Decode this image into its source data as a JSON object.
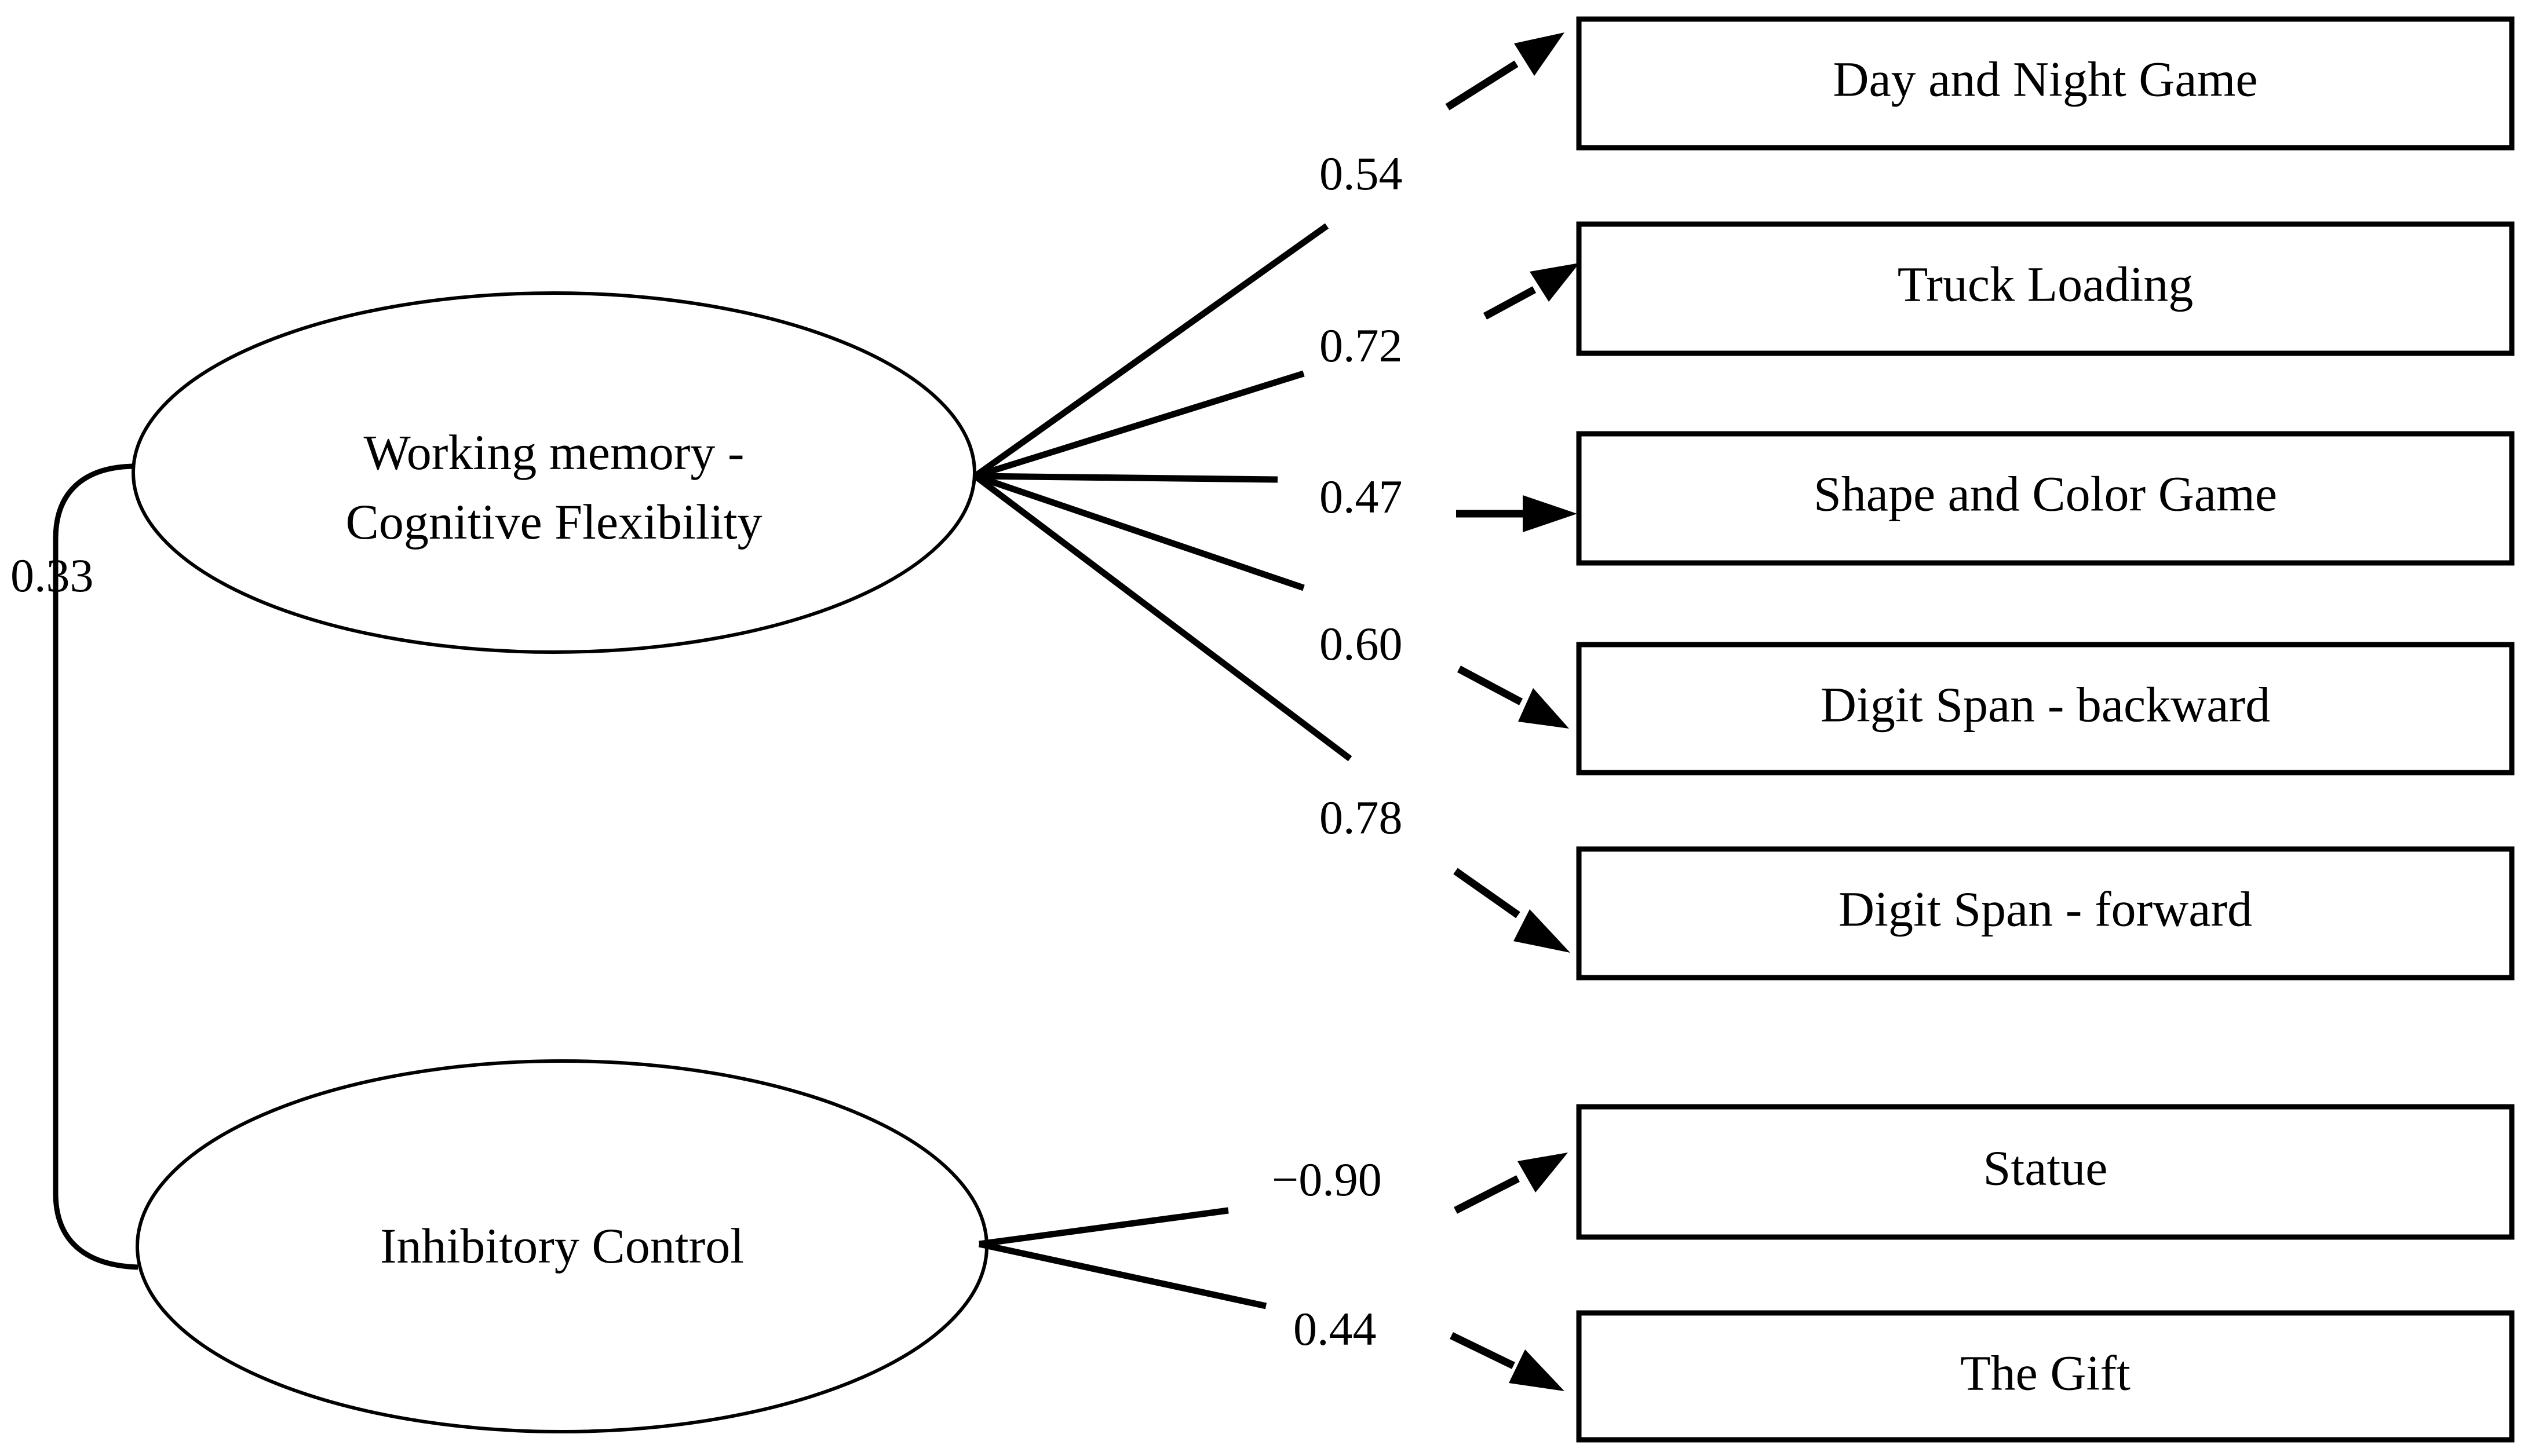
{
  "diagram": {
    "type": "structural-equation-model",
    "background_color": "#ffffff",
    "line_color": "#000000",
    "factors": [
      {
        "id": "wm-cf",
        "label_line1": "Working memory -",
        "label_line2": "Cognitive Flexibility",
        "shape": "ellipse"
      },
      {
        "id": "inhibitory-control",
        "label_line1": "Inhibitory Control",
        "label_line2": "",
        "shape": "ellipse"
      }
    ],
    "indicators": [
      {
        "id": "day-and-night-game",
        "label": "Day and Night Game",
        "loading": "0.54",
        "factor": "wm-cf"
      },
      {
        "id": "truck-loading",
        "label": "Truck Loading",
        "loading": "0.72",
        "factor": "wm-cf"
      },
      {
        "id": "shape-and-color-game",
        "label": "Shape and Color Game",
        "loading": "0.47",
        "factor": "wm-cf"
      },
      {
        "id": "digit-span-backward",
        "label": "Digit Span - backward",
        "loading": "0.60",
        "factor": "wm-cf"
      },
      {
        "id": "digit-span-forward",
        "label": "Digit Span - forward",
        "loading": "0.78",
        "factor": "wm-cf"
      },
      {
        "id": "statue",
        "label": "Statue",
        "loading": "−0.90",
        "factor": "inhibitory-control"
      },
      {
        "id": "the-gift",
        "label": "The Gift",
        "loading": "0.44",
        "factor": "inhibitory-control"
      }
    ],
    "correlation": {
      "label": "0.33",
      "between": [
        "wm-cf",
        "inhibitory-control"
      ]
    }
  },
  "chart_data": {
    "type": "diagram",
    "title": "",
    "nodes": [
      {
        "name": "Working memory - Cognitive Flexibility",
        "kind": "latent"
      },
      {
        "name": "Inhibitory Control",
        "kind": "latent"
      },
      {
        "name": "Day and Night Game",
        "kind": "observed"
      },
      {
        "name": "Truck Loading",
        "kind": "observed"
      },
      {
        "name": "Shape and Color Game",
        "kind": "observed"
      },
      {
        "name": "Digit Span - backward",
        "kind": "observed"
      },
      {
        "name": "Digit Span - forward",
        "kind": "observed"
      },
      {
        "name": "Statue",
        "kind": "observed"
      },
      {
        "name": "The Gift",
        "kind": "observed"
      }
    ],
    "edges": [
      {
        "from": "Working memory - Cognitive Flexibility",
        "to": "Day and Night Game",
        "value": 0.54,
        "label": "0.54"
      },
      {
        "from": "Working memory - Cognitive Flexibility",
        "to": "Truck Loading",
        "value": 0.72,
        "label": "0.72"
      },
      {
        "from": "Working memory - Cognitive Flexibility",
        "to": "Shape and Color Game",
        "value": 0.47,
        "label": "0.47"
      },
      {
        "from": "Working memory - Cognitive Flexibility",
        "to": "Digit Span - backward",
        "value": 0.6,
        "label": "0.60"
      },
      {
        "from": "Working memory - Cognitive Flexibility",
        "to": "Digit Span - forward",
        "value": 0.78,
        "label": "0.78"
      },
      {
        "from": "Inhibitory Control",
        "to": "Statue",
        "value": -0.9,
        "label": "−0.90"
      },
      {
        "from": "Inhibitory Control",
        "to": "The Gift",
        "value": 0.44,
        "label": "0.44"
      },
      {
        "from": "Working memory - Cognitive Flexibility",
        "to": "Inhibitory Control",
        "value": 0.33,
        "label": "0.33",
        "kind": "covariance"
      }
    ]
  }
}
